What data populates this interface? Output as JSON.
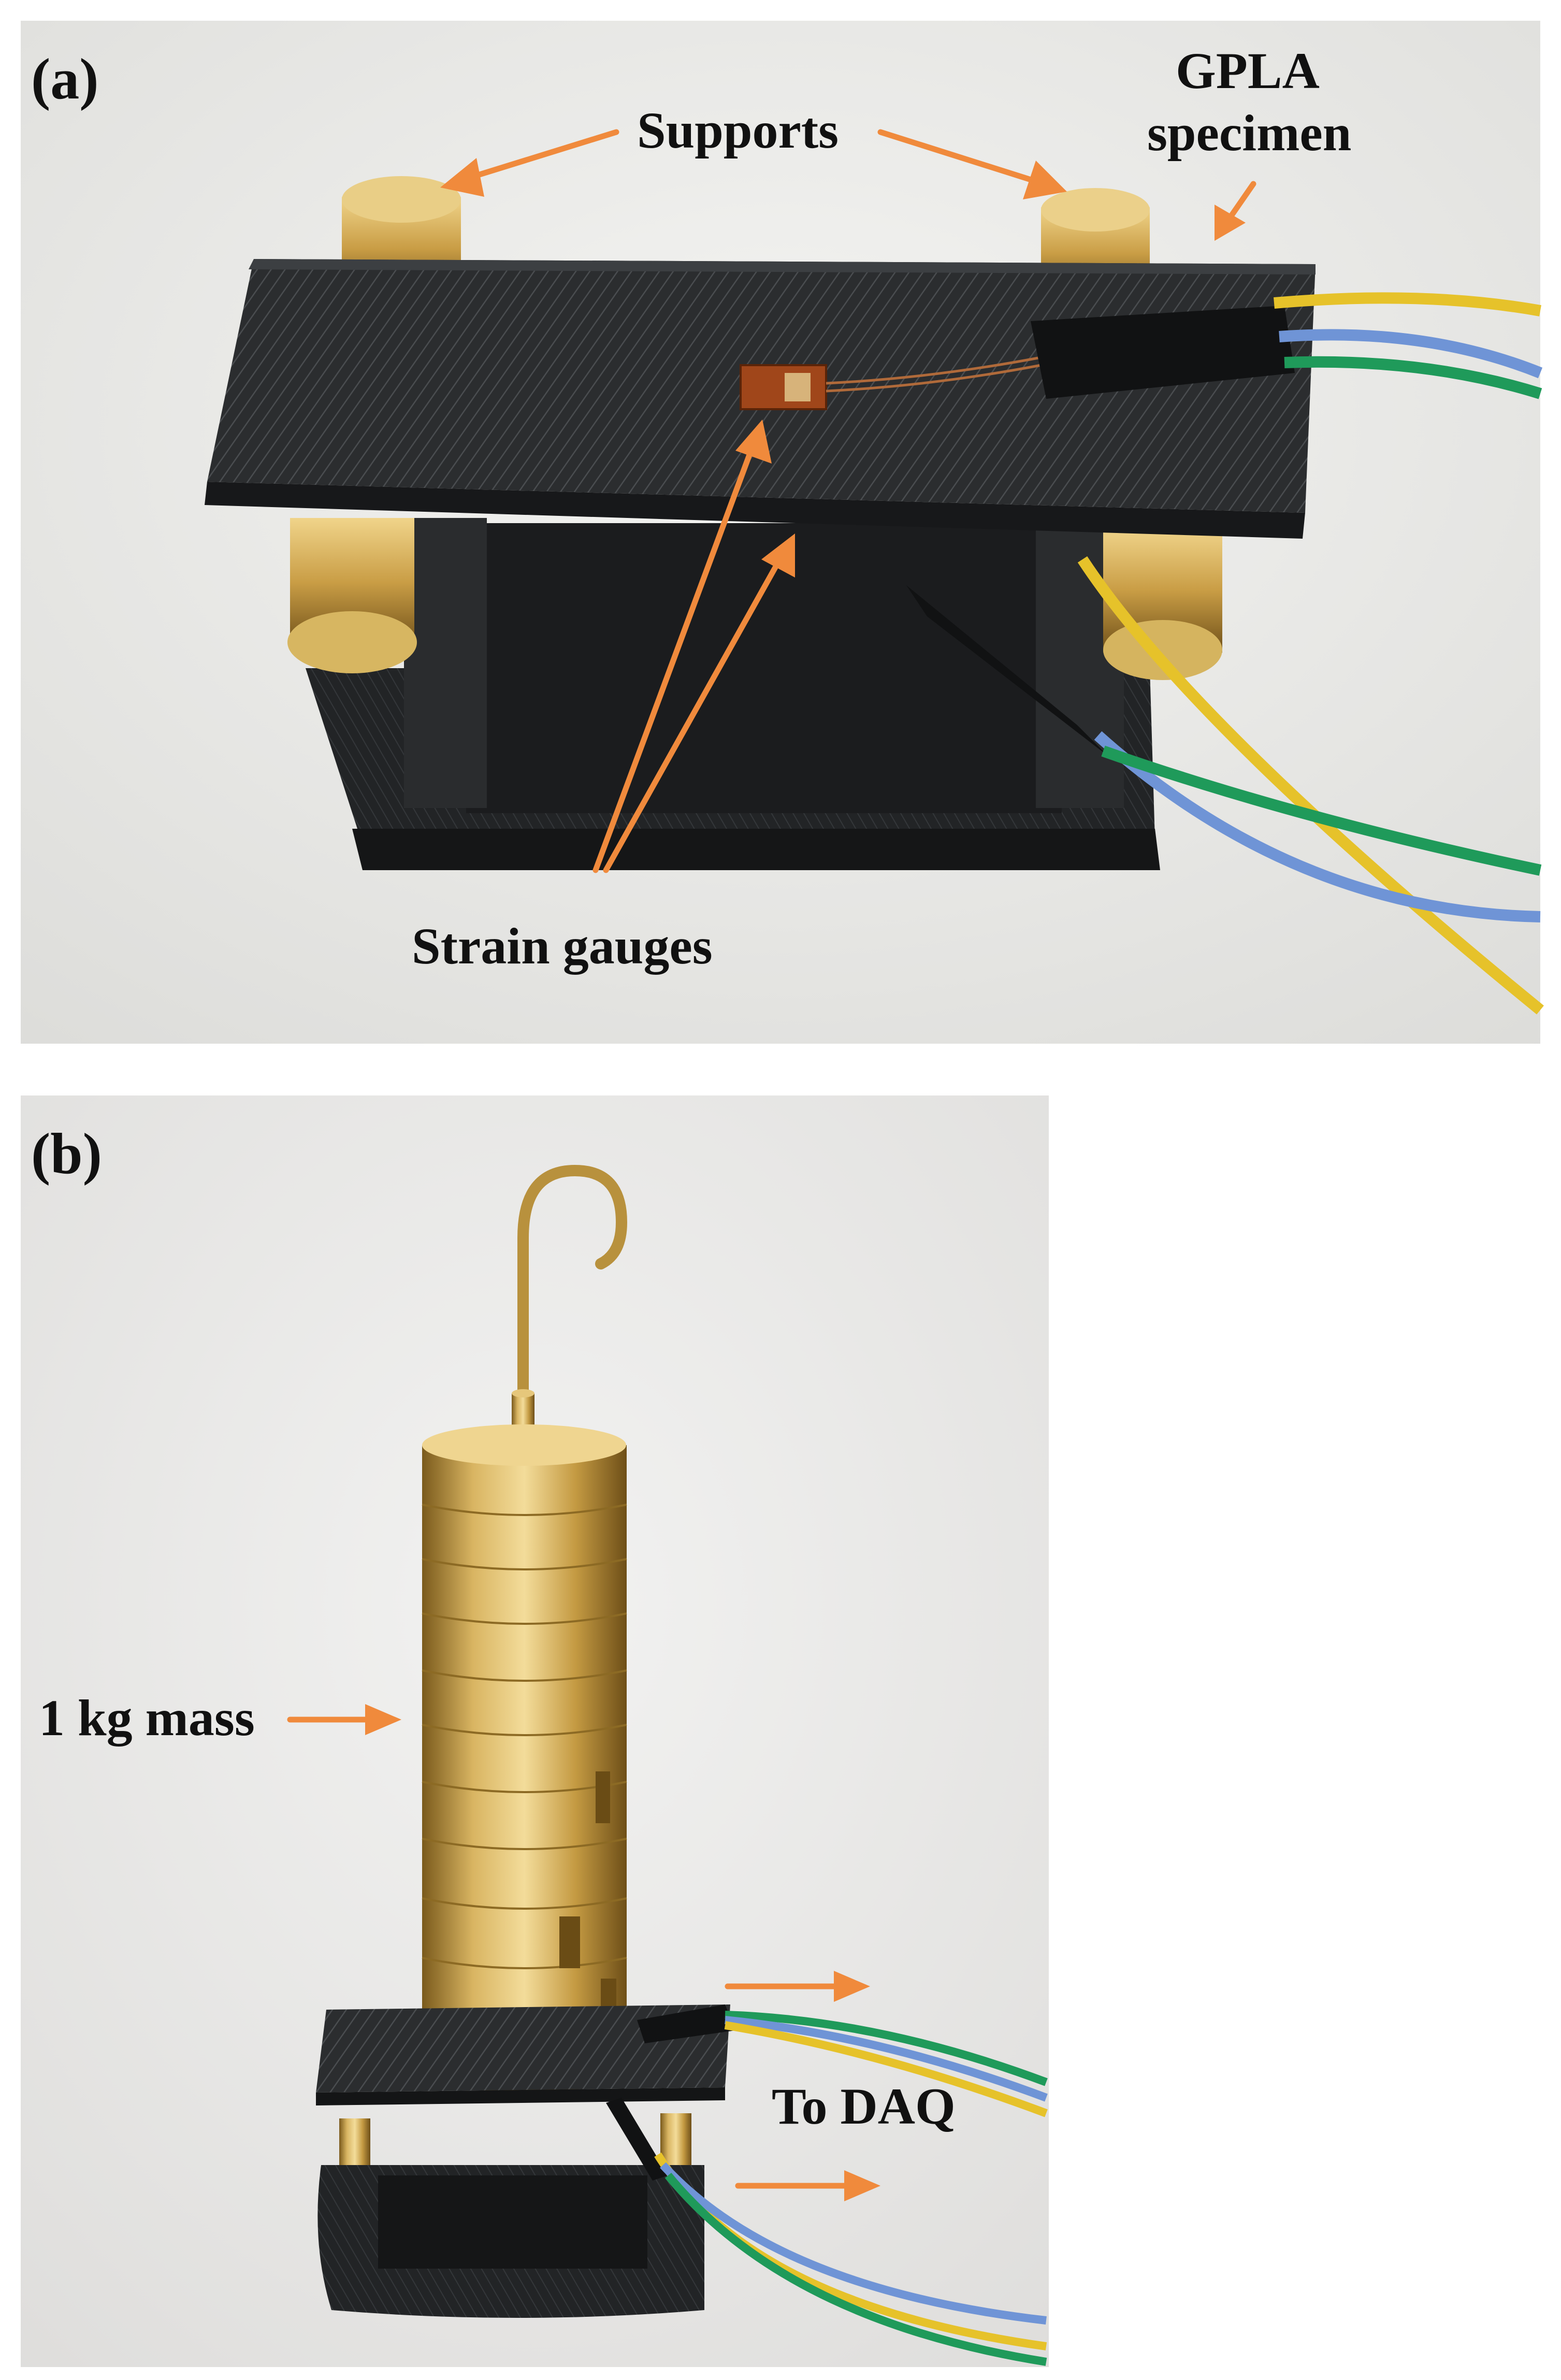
{
  "panels": [
    {
      "id": "a",
      "label": "(a)",
      "annotations": {
        "supports": "Supports",
        "gpla_line1": "GPLA",
        "gpla_line2": "specimen",
        "strain_gauges": "Strain gauges"
      }
    },
    {
      "id": "b",
      "label": "(b)",
      "annotations": {
        "mass": "1 kg mass",
        "daq": "To DAQ"
      }
    }
  ],
  "colors": {
    "annotation_arrow": "#f08a3c",
    "wire_yellow": "#e6c22a",
    "wire_blue": "#6f94d6",
    "wire_green": "#1f9a5a",
    "brass": "#c9a24a",
    "specimen": "#2a2c2e",
    "background": "#e9e9e7"
  }
}
